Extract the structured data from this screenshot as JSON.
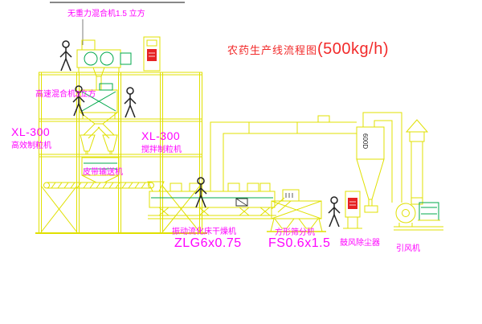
{
  "diagram_title": {
    "name": "农药生产线流程图",
    "capacity": "(500kg/h)"
  },
  "labels": {
    "top_mixer": "无重力混合机1.5 立方",
    "high_speed_mixer": "高速混合机3立方",
    "granulator_left_model": "XL-300",
    "granulator_left_name": "高效制粒机",
    "granulator_right_model": "XL-300",
    "granulator_right_name": "搅拌制粒机",
    "belt_conveyor": "皮带输送机",
    "dryer_name": "振动流化床干燥机",
    "dryer_model": "ZLG6x0.75",
    "sieve_name": "方形筛分机",
    "sieve_model": "FS0.6x1.5",
    "dust_collector": "鼓风除尘器",
    "induced_fan": "引风机",
    "cyclone_size": "600D"
  },
  "colors": {
    "line_yellow": "#e0e000",
    "equipment_green": "#00a84b",
    "label_magenta": "#ff00ff",
    "title_red": "#f22a2a",
    "cabinet_red": "#e62222",
    "background": "#ffffff"
  }
}
